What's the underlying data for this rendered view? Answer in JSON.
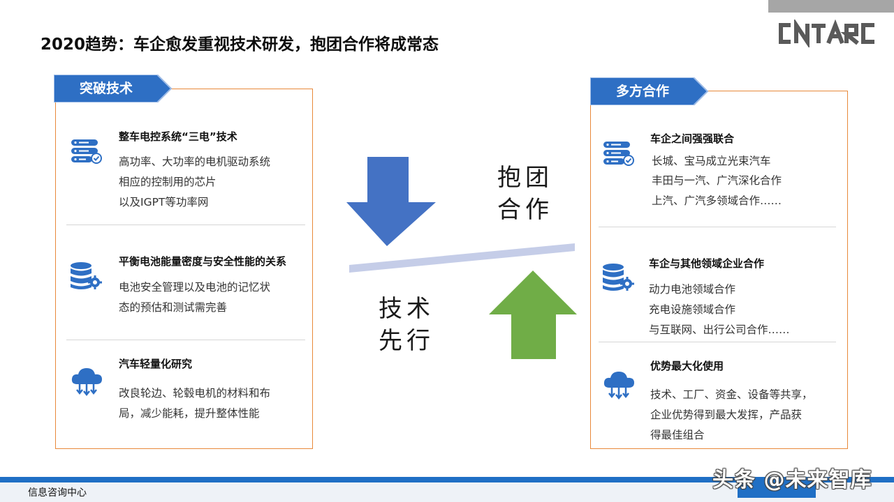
{
  "title": "2020趋势：车企愈发重视技术研发，抱团合作将成常态",
  "logo_text": "CNTARC",
  "left_panel": {
    "tab_label": "突破技术",
    "items": [
      {
        "title": "整车电控系统“三电”技术",
        "lines": [
          "高功率、大功率的电机驱动系统",
          "相应的控制用的芯片",
          "以及IGPT等功率网"
        ],
        "icon": "server-check-icon"
      },
      {
        "title": "平衡电池能量密度与安全性能的关系",
        "lines": [
          "电池安全管理以及电池的记忆状",
          "态的预估和测试需完善"
        ],
        "icon": "database-gear-icon"
      },
      {
        "title": "汽车轻量化研究",
        "lines": [
          "改良轮边、轮毂电机的材料和布",
          "局，减少能耗，提升整体性能"
        ],
        "icon": "cloud-download-icon"
      }
    ]
  },
  "right_panel": {
    "tab_label": "多方合作",
    "items": [
      {
        "title": "车企之间强强联合",
        "lines": [
          "长城、宝马成立光束汽车",
          "丰田与一汽、广汽深化合作",
          "上汽、广汽多领域合作……"
        ],
        "icon": "server-check-icon"
      },
      {
        "title": "车企与其他领域企业合作",
        "lines": [
          "动力电池领域合作",
          "充电设施领域合作",
          "与互联网、出行公司合作……"
        ],
        "icon": "database-gear-icon"
      },
      {
        "title": "优势最大化使用",
        "lines": [
          "技术、工厂、资金、设备等共享，",
          "企业优势得到最大发挥，产品获",
          "得最佳组合"
        ],
        "icon": "cloud-download-icon"
      }
    ]
  },
  "center": {
    "top_text_line1": "抱团",
    "top_text_line2": "合作",
    "bottom_text_line1": "技术",
    "bottom_text_line2": "先行",
    "down_arrow_color": "#4472c4",
    "up_arrow_color": "#70ad47",
    "seesaw_color": "#c5cde8"
  },
  "footer": {
    "org": "信息咨询中心",
    "watermark": "头条 @未来智库"
  },
  "colors": {
    "accent_blue": "#2e6fc4",
    "panel_border": "#e8893a",
    "footer_blue": "#1f6fc5"
  }
}
